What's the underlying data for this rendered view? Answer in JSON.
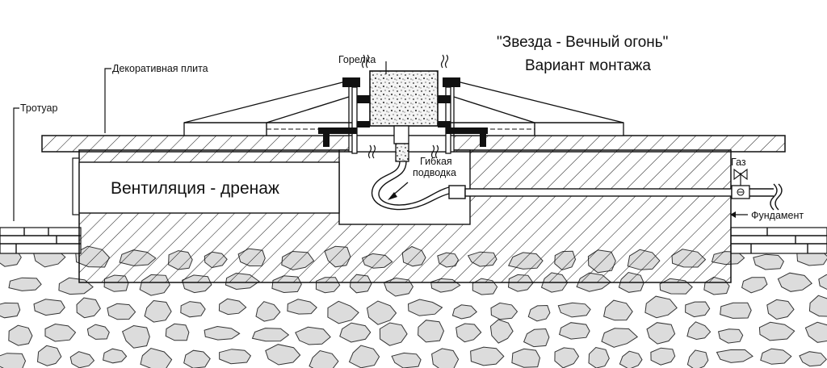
{
  "title": {
    "line1": "\"Звезда - Вечный огонь\"",
    "line2": "Вариант монтажа"
  },
  "labels": {
    "burner": "Горелка",
    "decorative_slab": "Декоративная плита",
    "sidewalk": "Тротуар",
    "ventilation": "Вентиляция - дренаж",
    "flex_hose_line1": "Гибкая",
    "flex_hose_line2": "подводка",
    "gas": "Газ",
    "foundation": "Фундамент"
  },
  "colors": {
    "line": "#111111",
    "background": "#ffffff",
    "stone": "#dcdcdc"
  }
}
